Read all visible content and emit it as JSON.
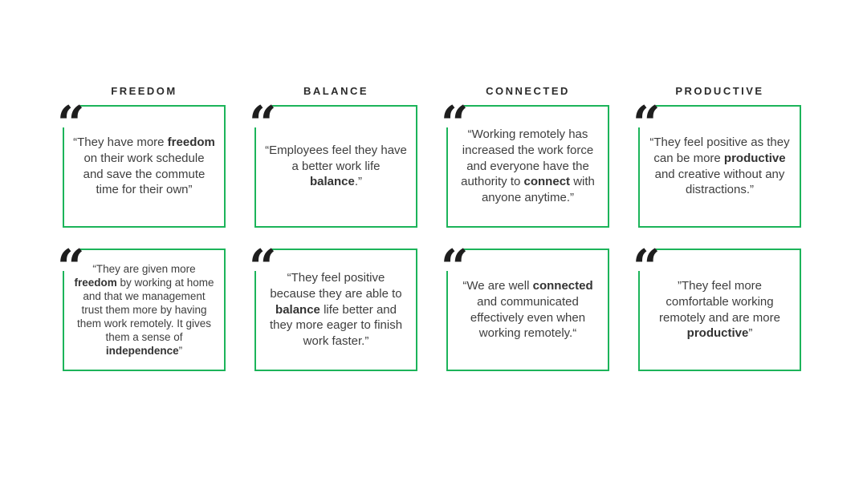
{
  "colors": {
    "accent_green": "#1cb45a",
    "quote_text": "#3e3e3e",
    "header_text": "#2b2b2b",
    "glyph_color": "#1e1e1e",
    "background": "#ffffff"
  },
  "quote_glyph": "“",
  "columns": [
    {
      "header": "FREEDOM",
      "quotes": [
        {
          "segments": [
            {
              "t": "“They have more ",
              "b": false
            },
            {
              "t": "freedom",
              "b": true
            },
            {
              "t": " on their work schedule and save the commute time for their own”",
              "b": false
            }
          ]
        },
        {
          "segments": [
            {
              "t": "“They are given more ",
              "b": false
            },
            {
              "t": "freedom",
              "b": true
            },
            {
              "t": " by working at home and that we management trust them more by having them work remotely. It gives them a sense of ",
              "b": false
            },
            {
              "t": "independence",
              "b": true
            },
            {
              "t": "”",
              "b": false
            }
          ]
        }
      ]
    },
    {
      "header": "BALANCE",
      "quotes": [
        {
          "segments": [
            {
              "t": "“Employees feel they have a better work life ",
              "b": false
            },
            {
              "t": "balance",
              "b": true
            },
            {
              "t": ".”",
              "b": false
            }
          ]
        },
        {
          "segments": [
            {
              "t": "“They feel positive because they are able to ",
              "b": false
            },
            {
              "t": "balance",
              "b": true
            },
            {
              "t": " life better and they more eager to finish work faster.”",
              "b": false
            }
          ]
        }
      ]
    },
    {
      "header": "CONNECTED",
      "quotes": [
        {
          "segments": [
            {
              "t": "“Working remotely has increased the work force and everyone have the authority to ",
              "b": false
            },
            {
              "t": "connect",
              "b": true
            },
            {
              "t": " with anyone anytime.”",
              "b": false
            }
          ]
        },
        {
          "segments": [
            {
              "t": "“We are well ",
              "b": false
            },
            {
              "t": "connected",
              "b": true
            },
            {
              "t": " and communicated effectively even when working remotely.“",
              "b": false
            }
          ]
        }
      ]
    },
    {
      "header": "PRODUCTIVE",
      "quotes": [
        {
          "segments": [
            {
              "t": "“They feel positive as they can be more ",
              "b": false
            },
            {
              "t": "productive",
              "b": true
            },
            {
              "t": " and creative without any distractions.”",
              "b": false
            }
          ]
        },
        {
          "segments": [
            {
              "t": "”They feel more comfortable working remotely and are more ",
              "b": false
            },
            {
              "t": "productive",
              "b": true
            },
            {
              "t": "”",
              "b": false
            }
          ]
        }
      ]
    }
  ]
}
